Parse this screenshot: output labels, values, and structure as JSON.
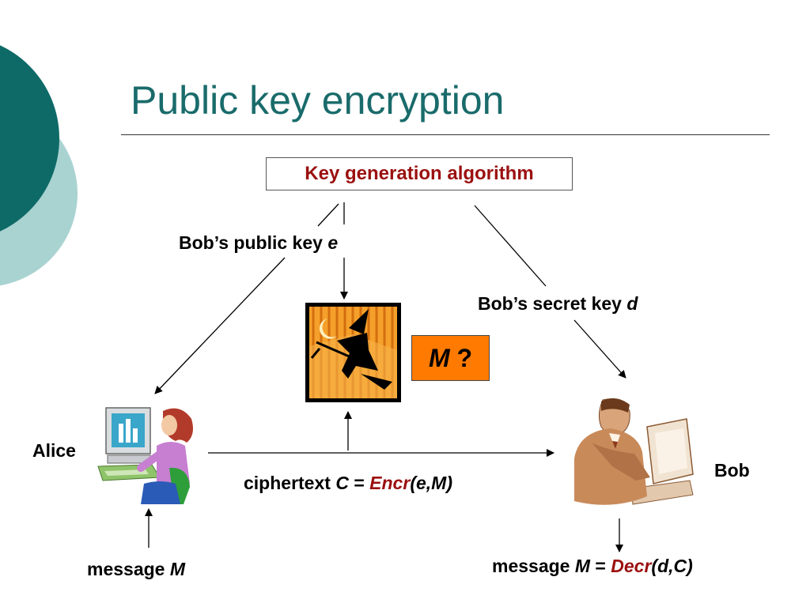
{
  "slide": {
    "title": "Public key encryption",
    "keygen_label": "Key generation algorithm",
    "public_key": {
      "text": "Bob’s public key ",
      "var": "e"
    },
    "secret_key": {
      "text": "Bob’s secret key ",
      "var": "d"
    },
    "mystery": {
      "var": "M",
      "q": "?"
    },
    "alice_label": "Alice",
    "bob_label": "Bob",
    "ciphertext": {
      "prefix": "ciphertext ",
      "C": "C",
      "eq": " = ",
      "func": "Encr",
      "args": "(e,M)"
    },
    "message_alice": {
      "prefix": "message ",
      "var": "M"
    },
    "message_bob": {
      "prefix": "message ",
      "var": "M",
      "eq": " = ",
      "func": "Decr",
      "args": "(d,C)"
    }
  },
  "colors": {
    "title": "#1a6b6b",
    "dark_teal": "#0e6a67",
    "light_teal": "#a9d3d1",
    "accent_red": "#9b1010",
    "orange": "#ff7a00"
  },
  "icons": [
    "witch-eavesdropper-icon",
    "alice-computer-clipart",
    "bob-computer-clipart"
  ]
}
